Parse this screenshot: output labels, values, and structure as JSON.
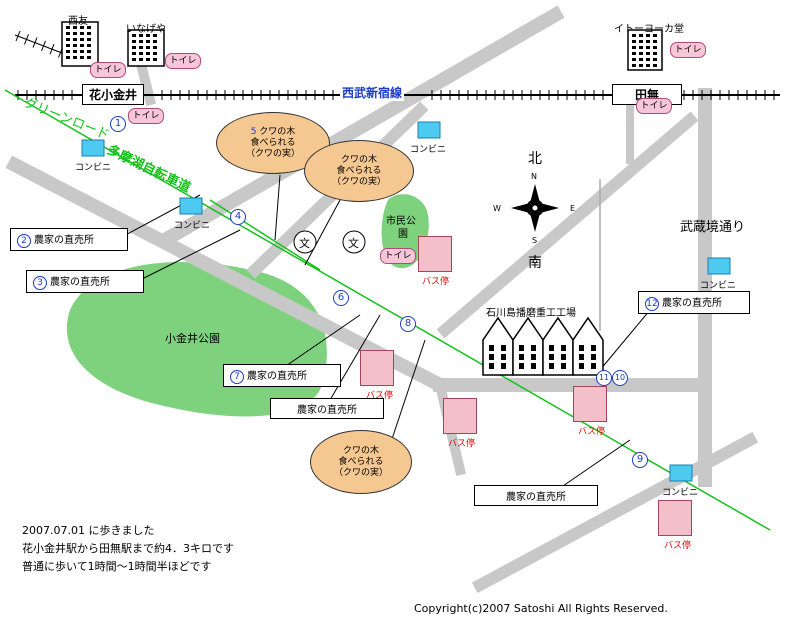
{
  "stations": {
    "hanakoganei": "花小金井",
    "tanashi": "田無"
  },
  "rail_line": "西武新宿線",
  "green_road": "グリーンロード",
  "cycle_road": "多摩湖自転車道",
  "street": "武蔵境通り",
  "park": "小金井公園",
  "citizen_park": [
    "市民公",
    "園"
  ],
  "factory": "石川島播磨重工工場",
  "stores": {
    "seiyu": "西友",
    "inageya": "いなげや",
    "itoyokado": "イトーヨーカ堂"
  },
  "toilet": "トイレ",
  "convenience": "コンビニ",
  "bus_stop": "バス停",
  "school_mark": "文",
  "compass": {
    "n": "N",
    "s": "S",
    "e": "E",
    "w": "W",
    "north": "北",
    "south": "南"
  },
  "mulberry": {
    "line1": "クワの木",
    "line2": "食べられる",
    "line3": "（クワの実）"
  },
  "farm_stand": "農家の直売所",
  "numbers": {
    "n1": "1",
    "n2": "2",
    "n3": "3",
    "n4": "4",
    "n5": "5",
    "n6": "6",
    "n7": "7",
    "n8": "8",
    "n9": "9",
    "n10": "10",
    "n11": "11",
    "n12": "12"
  },
  "notes": [
    "2007.07.01 に歩きました",
    "花小金井駅から田無駅まで約4．3キロです",
    "普通に歩いて1時間～1時間半ほどです"
  ],
  "copyright": "Copyright(c)2007 Satoshi All Rights Reserved.",
  "colors": {
    "road": "#c8c8c8",
    "green_road": "#16c21c",
    "park": "#7ed27e",
    "mulberry": "#f5c891",
    "toilet": "#f7c6d8",
    "bus": "#f3bfc8",
    "number": "#1a3cc8"
  }
}
